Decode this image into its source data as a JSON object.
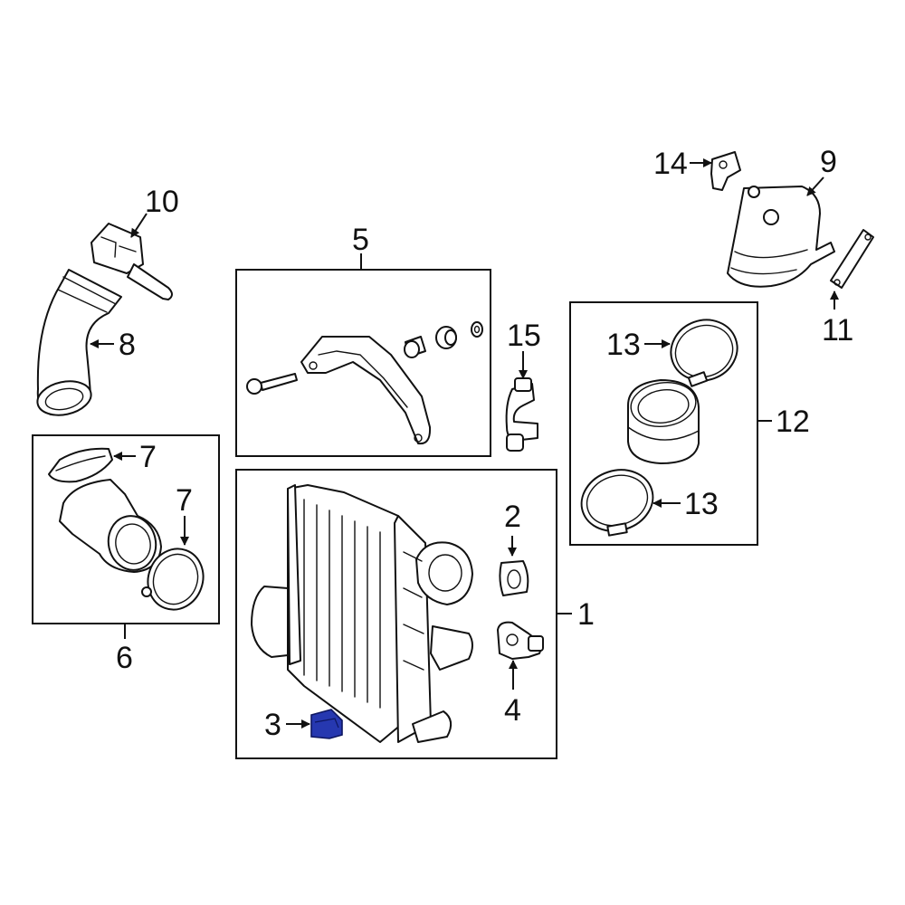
{
  "callouts": {
    "c1": "1",
    "c2": "2",
    "c3": "3",
    "c4": "4",
    "c5": "5",
    "c6": "6",
    "c7a": "7",
    "c7b": "7",
    "c8": "8",
    "c9": "9",
    "c10": "10",
    "c11": "11",
    "c12": "12",
    "c13a": "13",
    "c13b": "13",
    "c14": "14",
    "c15": "15"
  },
  "colors": {
    "highlight": "#2638b0",
    "line": "#111111",
    "background": "#ffffff"
  }
}
